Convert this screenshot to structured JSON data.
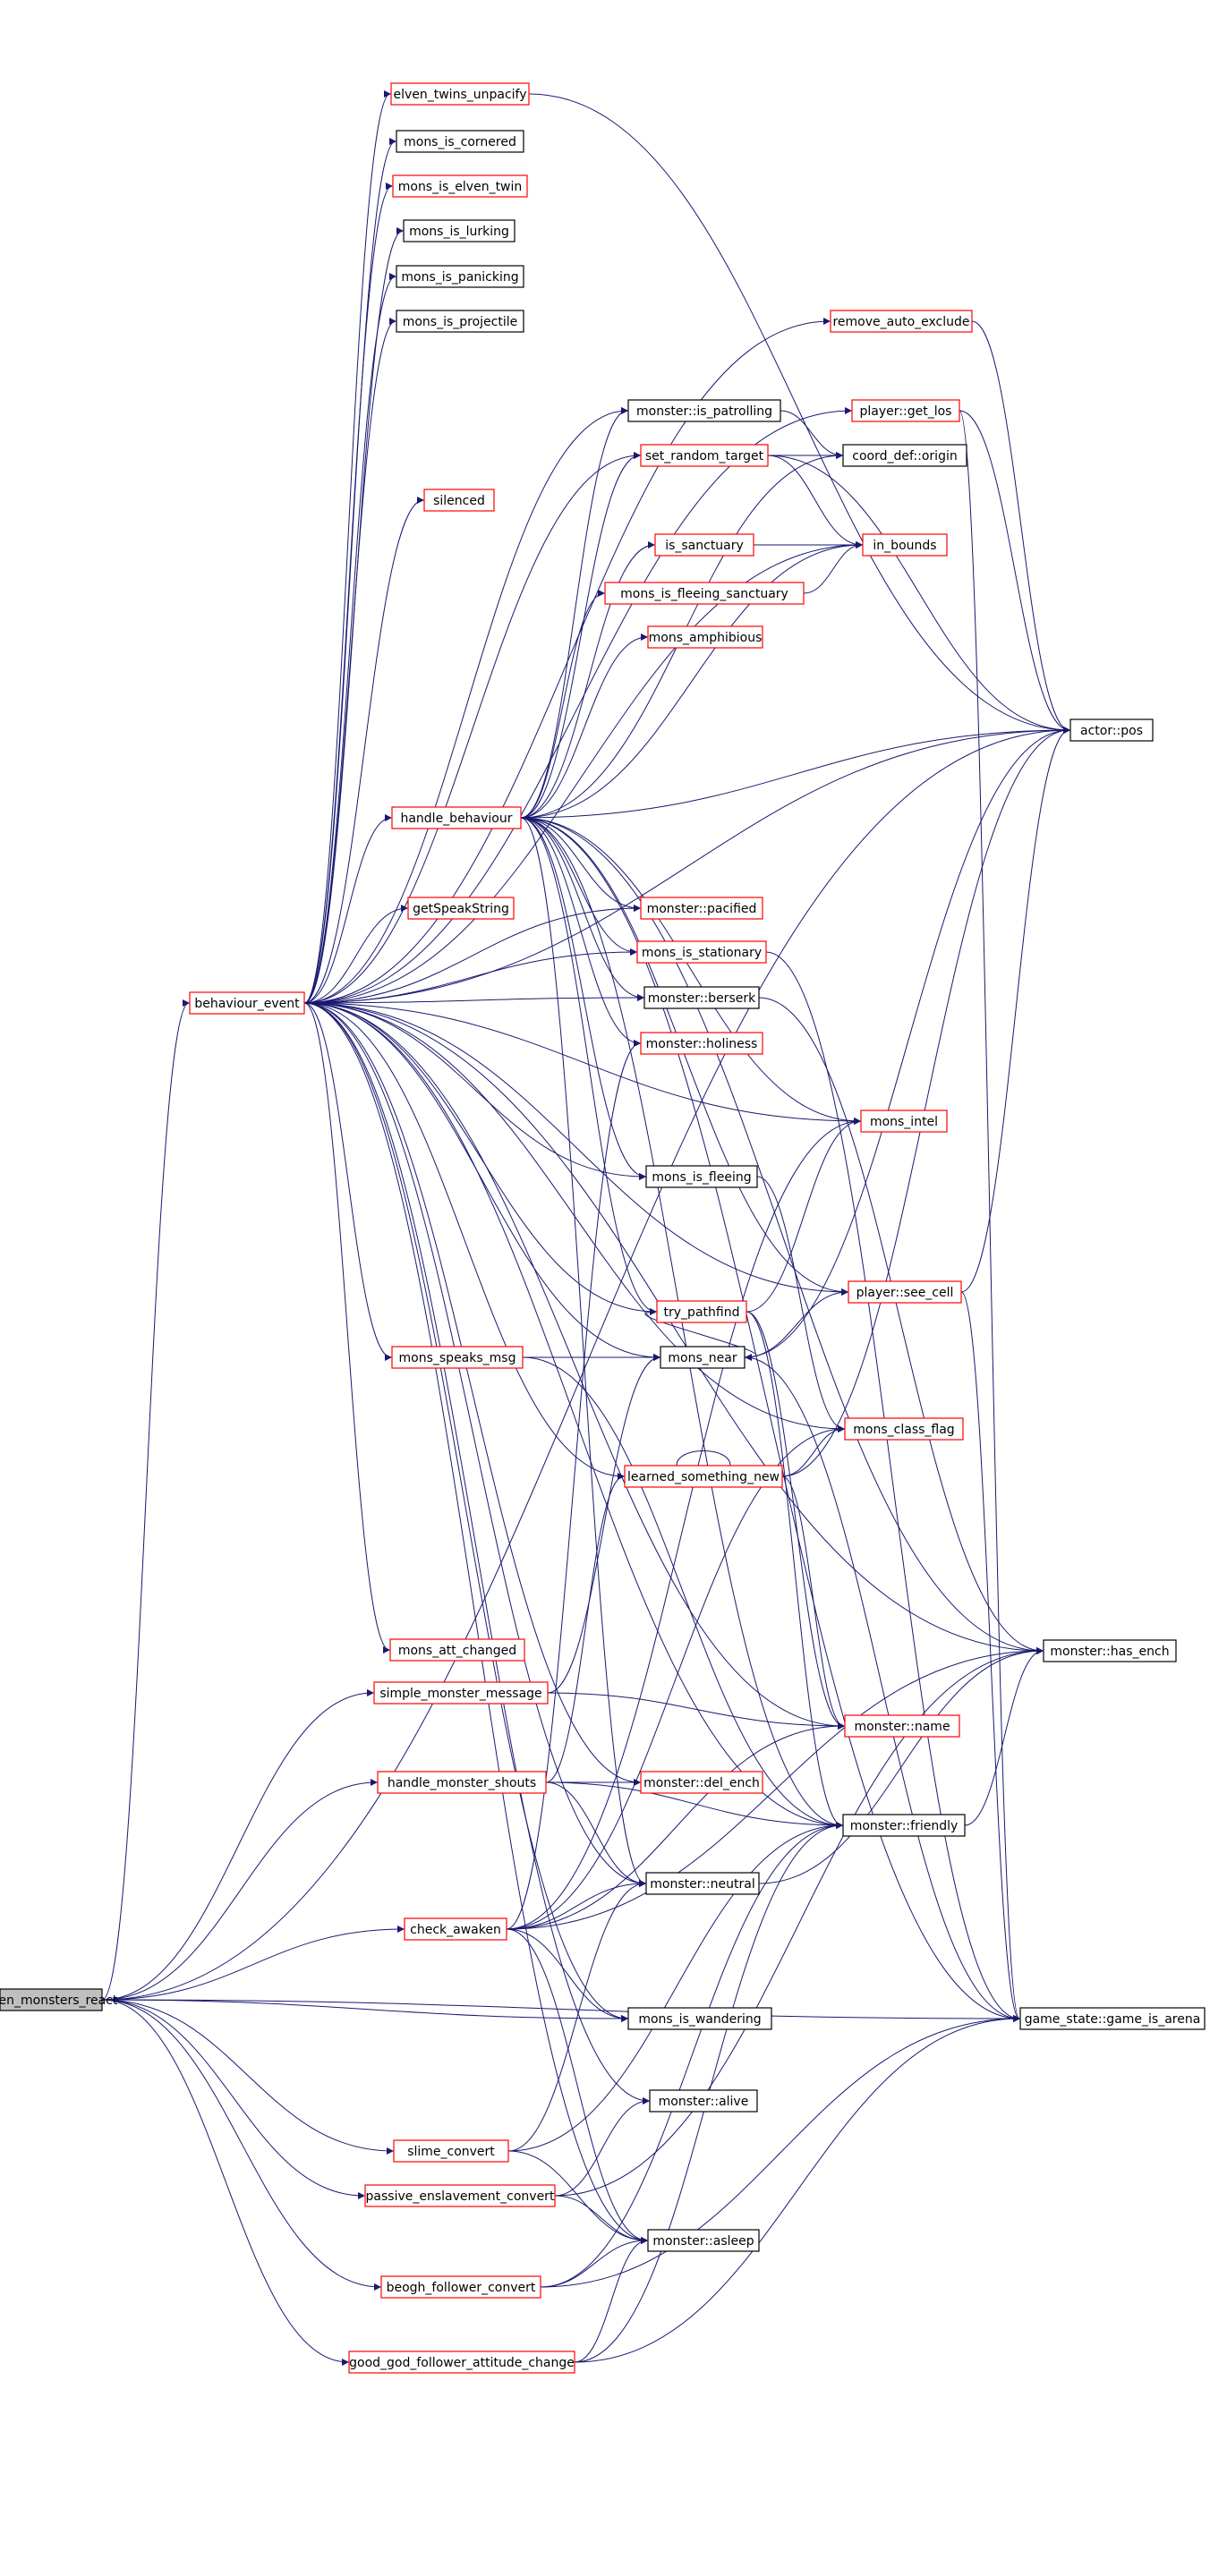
{
  "diagram": {
    "type": "call-graph",
    "colors": {
      "edge": "#191970",
      "link_border": "#ff0000",
      "plain_border": "#000000",
      "root_fill": "#bfbfbf"
    },
    "nodes": [
      {
        "id": "seen_monsters_react",
        "label": "seen_monsters_react",
        "style": "root"
      },
      {
        "id": "behaviour_event",
        "label": "behaviour_event",
        "style": "red"
      },
      {
        "id": "elven_twins_unpacify",
        "label": "elven_twins_unpacify",
        "style": "red"
      },
      {
        "id": "mons_is_cornered",
        "label": "mons_is_cornered",
        "style": "black"
      },
      {
        "id": "mons_is_elven_twin",
        "label": "mons_is_elven_twin",
        "style": "red"
      },
      {
        "id": "mons_is_lurking",
        "label": "mons_is_lurking",
        "style": "black"
      },
      {
        "id": "mons_is_panicking",
        "label": "mons_is_panicking",
        "style": "black"
      },
      {
        "id": "mons_is_projectile",
        "label": "mons_is_projectile",
        "style": "black"
      },
      {
        "id": "remove_auto_exclude",
        "label": "remove_auto_exclude",
        "style": "red"
      },
      {
        "id": "player_get_los",
        "label": "player::get_los",
        "style": "red"
      },
      {
        "id": "monster_is_patrolling",
        "label": "monster::is_patrolling",
        "style": "black"
      },
      {
        "id": "coord_def_origin",
        "label": "coord_def::origin",
        "style": "black"
      },
      {
        "id": "set_random_target",
        "label": "set_random_target",
        "style": "red"
      },
      {
        "id": "silenced",
        "label": "silenced",
        "style": "red"
      },
      {
        "id": "in_bounds",
        "label": "in_bounds",
        "style": "red"
      },
      {
        "id": "is_sanctuary",
        "label": "is_sanctuary",
        "style": "red"
      },
      {
        "id": "mons_is_fleeing_sanctuary",
        "label": "mons_is_fleeing_sanctuary",
        "style": "red"
      },
      {
        "id": "mons_amphibious",
        "label": "mons_amphibious",
        "style": "red"
      },
      {
        "id": "actor_pos",
        "label": "actor::pos",
        "style": "black"
      },
      {
        "id": "handle_behaviour",
        "label": "handle_behaviour",
        "style": "red"
      },
      {
        "id": "getSpeakString",
        "label": "getSpeakString",
        "style": "red"
      },
      {
        "id": "monster_pacified",
        "label": "monster::pacified",
        "style": "red"
      },
      {
        "id": "mons_is_stationary",
        "label": "mons_is_stationary",
        "style": "red"
      },
      {
        "id": "monster_berserk",
        "label": "monster::berserk",
        "style": "black"
      },
      {
        "id": "monster_holiness",
        "label": "monster::holiness",
        "style": "red"
      },
      {
        "id": "mons_intel",
        "label": "mons_intel",
        "style": "red"
      },
      {
        "id": "mons_is_fleeing",
        "label": "mons_is_fleeing",
        "style": "black"
      },
      {
        "id": "try_pathfind",
        "label": "try_pathfind",
        "style": "red"
      },
      {
        "id": "player_see_cell",
        "label": "player::see_cell",
        "style": "red"
      },
      {
        "id": "mons_speaks_msg",
        "label": "mons_speaks_msg",
        "style": "red"
      },
      {
        "id": "mons_near",
        "label": "mons_near",
        "style": "black"
      },
      {
        "id": "mons_class_flag",
        "label": "mons_class_flag",
        "style": "red"
      },
      {
        "id": "learned_something_new",
        "label": "learned_something_new",
        "style": "red"
      },
      {
        "id": "mons_att_changed",
        "label": "mons_att_changed",
        "style": "red"
      },
      {
        "id": "monster_has_ench",
        "label": "monster::has_ench",
        "style": "black"
      },
      {
        "id": "simple_monster_message",
        "label": "simple_monster_message",
        "style": "red"
      },
      {
        "id": "monster_name",
        "label": "monster::name",
        "style": "red"
      },
      {
        "id": "handle_monster_shouts",
        "label": "handle_monster_shouts",
        "style": "red"
      },
      {
        "id": "monster_del_ench",
        "label": "monster::del_ench",
        "style": "red"
      },
      {
        "id": "monster_friendly",
        "label": "monster::friendly",
        "style": "black"
      },
      {
        "id": "monster_neutral",
        "label": "monster::neutral",
        "style": "black"
      },
      {
        "id": "check_awaken",
        "label": "check_awaken",
        "style": "red"
      },
      {
        "id": "mons_is_wandering",
        "label": "mons_is_wandering",
        "style": "black"
      },
      {
        "id": "game_state_game_is_arena",
        "label": "game_state::game_is_arena",
        "style": "black"
      },
      {
        "id": "monster_alive",
        "label": "monster::alive",
        "style": "black"
      },
      {
        "id": "slime_convert",
        "label": "slime_convert",
        "style": "red"
      },
      {
        "id": "passive_enslavement_convert",
        "label": "passive_enslavement_convert",
        "style": "red"
      },
      {
        "id": "monster_asleep",
        "label": "monster::asleep",
        "style": "black"
      },
      {
        "id": "beogh_follower_convert",
        "label": "beogh_follower_convert",
        "style": "red"
      },
      {
        "id": "good_god_follower_attitude_change",
        "label": "good_god_follower_attitude_change",
        "style": "red"
      }
    ],
    "edges": [
      [
        "seen_monsters_react",
        "behaviour_event"
      ],
      [
        "seen_monsters_react",
        "actor_pos"
      ],
      [
        "seen_monsters_react",
        "simple_monster_message"
      ],
      [
        "seen_monsters_react",
        "handle_monster_shouts"
      ],
      [
        "seen_monsters_react",
        "check_awaken"
      ],
      [
        "seen_monsters_react",
        "mons_is_wandering"
      ],
      [
        "seen_monsters_react",
        "slime_convert"
      ],
      [
        "seen_monsters_react",
        "passive_enslavement_convert"
      ],
      [
        "seen_monsters_react",
        "beogh_follower_convert"
      ],
      [
        "seen_monsters_react",
        "good_god_follower_attitude_change"
      ],
      [
        "seen_monsters_react",
        "game_state_game_is_arena"
      ],
      [
        "behaviour_event",
        "elven_twins_unpacify"
      ],
      [
        "behaviour_event",
        "mons_is_cornered"
      ],
      [
        "behaviour_event",
        "mons_is_elven_twin"
      ],
      [
        "behaviour_event",
        "mons_is_lurking"
      ],
      [
        "behaviour_event",
        "mons_is_panicking"
      ],
      [
        "behaviour_event",
        "mons_is_projectile"
      ],
      [
        "behaviour_event",
        "remove_auto_exclude"
      ],
      [
        "behaviour_event",
        "player_get_los"
      ],
      [
        "behaviour_event",
        "monster_is_patrolling"
      ],
      [
        "behaviour_event",
        "set_random_target"
      ],
      [
        "behaviour_event",
        "silenced"
      ],
      [
        "behaviour_event",
        "in_bounds"
      ],
      [
        "behaviour_event",
        "handle_behaviour"
      ],
      [
        "behaviour_event",
        "getSpeakString"
      ],
      [
        "behaviour_event",
        "monster_pacified"
      ],
      [
        "behaviour_event",
        "mons_is_stationary"
      ],
      [
        "behaviour_event",
        "monster_berserk"
      ],
      [
        "behaviour_event",
        "mons_intel"
      ],
      [
        "behaviour_event",
        "mons_is_fleeing"
      ],
      [
        "behaviour_event",
        "try_pathfind"
      ],
      [
        "behaviour_event",
        "player_see_cell"
      ],
      [
        "behaviour_event",
        "mons_speaks_msg"
      ],
      [
        "behaviour_event",
        "mons_near"
      ],
      [
        "behaviour_event",
        "mons_class_flag"
      ],
      [
        "behaviour_event",
        "learned_something_new"
      ],
      [
        "behaviour_event",
        "mons_att_changed"
      ],
      [
        "behaviour_event",
        "monster_has_ench"
      ],
      [
        "behaviour_event",
        "monster_name"
      ],
      [
        "behaviour_event",
        "monster_del_ench"
      ],
      [
        "behaviour_event",
        "monster_neutral"
      ],
      [
        "behaviour_event",
        "mons_is_wandering"
      ],
      [
        "behaviour_event",
        "monster_alive"
      ],
      [
        "behaviour_event",
        "monster_asleep"
      ],
      [
        "behaviour_event",
        "actor_pos"
      ],
      [
        "behaviour_event",
        "monster_friendly"
      ],
      [
        "elven_twins_unpacify",
        "actor_pos"
      ],
      [
        "remove_auto_exclude",
        "actor_pos"
      ],
      [
        "player_get_los",
        "game_state_game_is_arena"
      ],
      [
        "player_get_los",
        "actor_pos"
      ],
      [
        "monster_is_patrolling",
        "coord_def_origin"
      ],
      [
        "set_random_target",
        "coord_def_origin"
      ],
      [
        "set_random_target",
        "in_bounds"
      ],
      [
        "set_random_target",
        "actor_pos"
      ],
      [
        "is_sanctuary",
        "in_bounds"
      ],
      [
        "mons_is_fleeing_sanctuary",
        "in_bounds"
      ],
      [
        "handle_behaviour",
        "monster_is_patrolling"
      ],
      [
        "handle_behaviour",
        "set_random_target"
      ],
      [
        "handle_behaviour",
        "is_sanctuary"
      ],
      [
        "handle_behaviour",
        "mons_is_fleeing_sanctuary"
      ],
      [
        "handle_behaviour",
        "mons_amphibious"
      ],
      [
        "handle_behaviour",
        "coord_def_origin"
      ],
      [
        "handle_behaviour",
        "in_bounds"
      ],
      [
        "handle_behaviour",
        "actor_pos"
      ],
      [
        "handle_behaviour",
        "monster_pacified"
      ],
      [
        "handle_behaviour",
        "mons_is_stationary"
      ],
      [
        "handle_behaviour",
        "monster_berserk"
      ],
      [
        "handle_behaviour",
        "monster_holiness"
      ],
      [
        "handle_behaviour",
        "mons_intel"
      ],
      [
        "handle_behaviour",
        "mons_is_fleeing"
      ],
      [
        "handle_behaviour",
        "try_pathfind"
      ],
      [
        "handle_behaviour",
        "player_see_cell"
      ],
      [
        "handle_behaviour",
        "monster_has_ench"
      ],
      [
        "handle_behaviour",
        "monster_friendly"
      ],
      [
        "handle_behaviour",
        "monster_neutral"
      ],
      [
        "handle_behaviour",
        "game_state_game_is_arena"
      ],
      [
        "mons_is_stationary",
        "game_state_game_is_arena"
      ],
      [
        "monster_berserk",
        "monster_has_ench"
      ],
      [
        "mons_is_fleeing",
        "mons_class_flag"
      ],
      [
        "try_pathfind",
        "mons_near"
      ],
      [
        "try_pathfind",
        "mons_intel"
      ],
      [
        "try_pathfind",
        "monster_name"
      ],
      [
        "try_pathfind",
        "monster_friendly"
      ],
      [
        "player_see_cell",
        "actor_pos"
      ],
      [
        "player_see_cell",
        "game_state_game_is_arena"
      ],
      [
        "mons_speaks_msg",
        "mons_near"
      ],
      [
        "mons_speaks_msg",
        "monster_friendly"
      ],
      [
        "mons_near",
        "player_see_cell"
      ],
      [
        "mons_near",
        "actor_pos"
      ],
      [
        "mons_near",
        "game_state_game_is_arena"
      ],
      [
        "learned_something_new",
        "mons_class_flag"
      ],
      [
        "learned_something_new",
        "learned_something_new"
      ],
      [
        "learned_something_new",
        "monster_name"
      ],
      [
        "learned_something_new",
        "actor_pos"
      ],
      [
        "simple_monster_message",
        "mons_near"
      ],
      [
        "simple_monster_message",
        "monster_name"
      ],
      [
        "handle_monster_shouts",
        "monster_del_ench"
      ],
      [
        "handle_monster_shouts",
        "monster_friendly"
      ],
      [
        "handle_monster_shouts",
        "monster_neutral"
      ],
      [
        "handle_monster_shouts",
        "learned_something_new"
      ],
      [
        "monster_friendly",
        "monster_has_ench"
      ],
      [
        "monster_neutral",
        "monster_has_ench"
      ],
      [
        "check_awaken",
        "monster_neutral"
      ],
      [
        "check_awaken",
        "mons_is_wandering"
      ],
      [
        "check_awaken",
        "monster_asleep"
      ],
      [
        "check_awaken",
        "monster_holiness"
      ],
      [
        "check_awaken",
        "mons_class_flag"
      ],
      [
        "check_awaken",
        "mons_intel"
      ],
      [
        "check_awaken",
        "monster_has_ench"
      ],
      [
        "check_awaken",
        "monster_name"
      ],
      [
        "slime_convert",
        "monster_neutral"
      ],
      [
        "slime_convert",
        "monster_asleep"
      ],
      [
        "slime_convert",
        "monster_friendly"
      ],
      [
        "passive_enslavement_convert",
        "monster_alive"
      ],
      [
        "passive_enslavement_convert",
        "monster_asleep"
      ],
      [
        "passive_enslavement_convert",
        "monster_has_ench"
      ],
      [
        "beogh_follower_convert",
        "monster_asleep"
      ],
      [
        "beogh_follower_convert",
        "monster_friendly"
      ],
      [
        "beogh_follower_convert",
        "game_state_game_is_arena"
      ],
      [
        "good_god_follower_attitude_change",
        "monster_asleep"
      ],
      [
        "good_god_follower_attitude_change",
        "monster_friendly"
      ],
      [
        "good_god_follower_attitude_change",
        "game_state_game_is_arena"
      ]
    ]
  }
}
